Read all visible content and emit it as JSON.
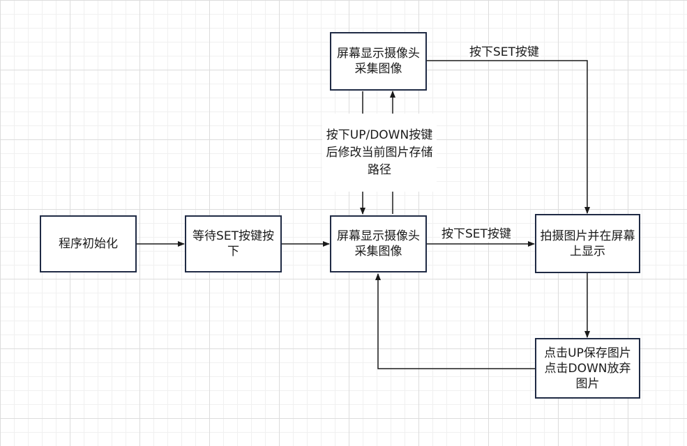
{
  "nodes": {
    "init": "程序初始化",
    "wait_set": "等待SET按键按下",
    "preview_main": "屏幕显示摄像头采集图像",
    "preview_top": "屏幕显示摄像头采集图像",
    "capture": "拍摄图片并在屏幕上显示",
    "save_discard": "点击UP保存图片点击DOWN放弃图片"
  },
  "edges": {
    "press_set_main": "按下SET按键",
    "press_set_top": "按下SET按键",
    "updown_modify_path": "按下UP/DOWN按键后修改当前图片存储路径"
  },
  "colors": {
    "node_border": "#1f2a44",
    "edge_line": "#1a1a1a"
  }
}
